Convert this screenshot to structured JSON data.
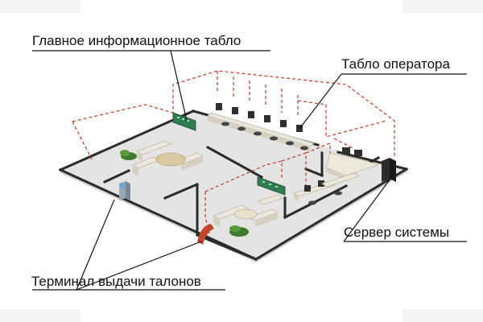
{
  "labels": {
    "main_board": "Главное информационное табло",
    "operator_board": "Табло оператора",
    "server": "Сервер системы",
    "terminal": "Терминал выдачи талонов"
  },
  "colors": {
    "floor": "#e3e3e3",
    "wall": "#2b2b2b",
    "cable": "#c0392b",
    "display": "#2e7d4f",
    "furniture": "#e6e2d6",
    "plant": "#3f7a2a"
  },
  "icons": [
    "floor-plan-illustration",
    "display-board-icon",
    "operator-desk-icon",
    "server-cabinet-icon",
    "ticket-kiosk-icon",
    "plant-icon",
    "sofa-icon"
  ]
}
